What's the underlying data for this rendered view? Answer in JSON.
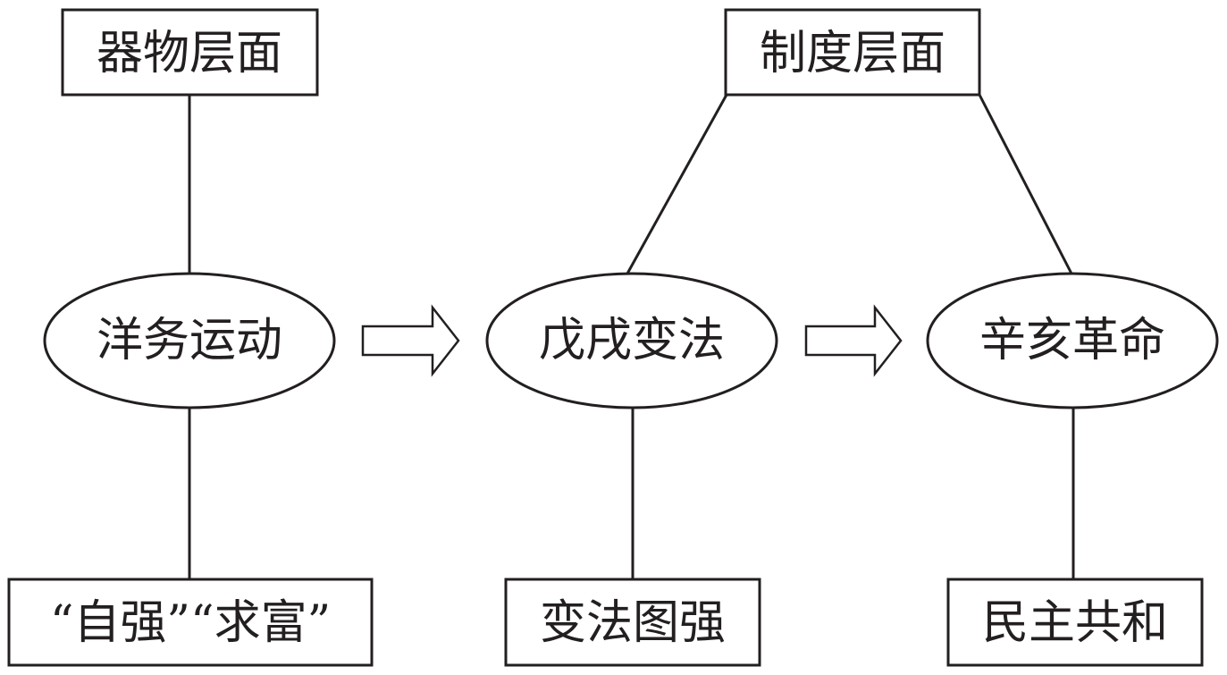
{
  "colors": {
    "line": "#231f20",
    "fill": "#ffffff",
    "text": "#231f20"
  },
  "top_boxes": {
    "material_level": "器物层面",
    "institutional_level": "制度层面"
  },
  "events": {
    "westernization_movement": "洋务运动",
    "hundred_days_reform": "戊戌变法",
    "xinhai_revolution": "辛亥革命"
  },
  "bottom_boxes": {
    "westernization_goal": "“自强”“求富”",
    "reform_goal": "变法图强",
    "revolution_goal": "民主共和"
  },
  "arrows": [
    "hollow-right-arrow",
    "hollow-right-arrow"
  ]
}
